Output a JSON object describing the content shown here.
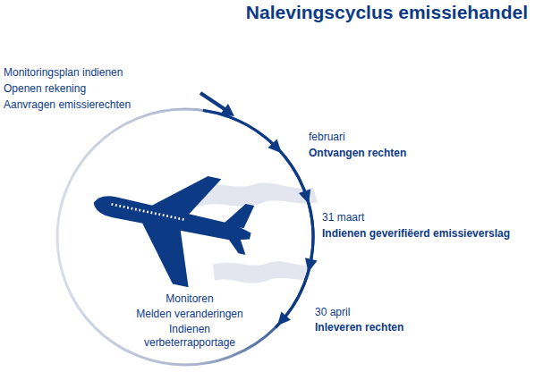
{
  "diagram": {
    "title": "Nalevingscyclus emissiehandel",
    "labels": [
      "Monitoringsplan indienen",
      "Openen rekening",
      "Aanvragen emissierechten",
      "februari",
      "Ontvangen rechten",
      "31 maart",
      "Indienen geverifiëerd emissieverslag",
      "30 april",
      "Inleveren rechten",
      "Monitoren",
      "Melden veranderingen",
      "Indienen verbeterrapportage"
    ]
  }
}
